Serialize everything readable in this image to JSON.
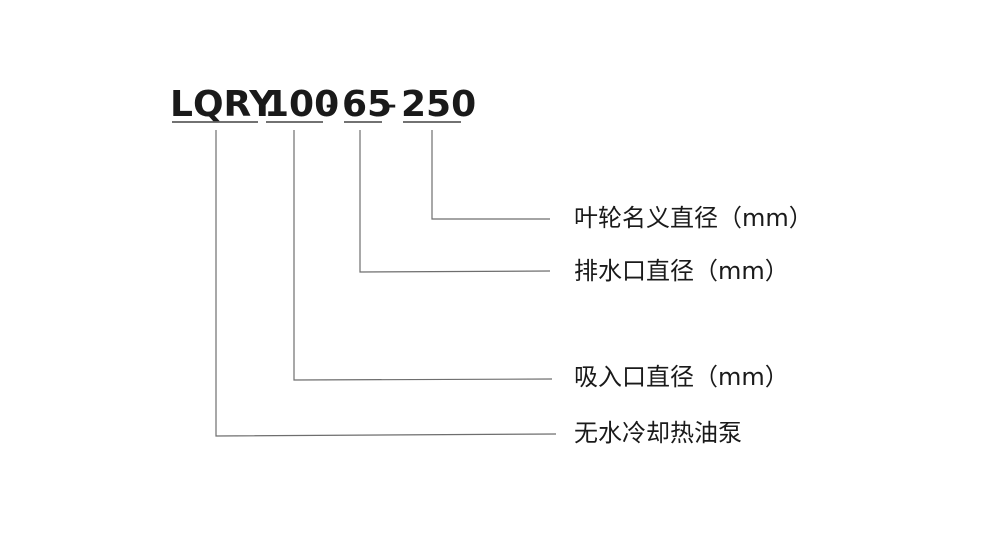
{
  "model": {
    "segments": [
      "LQRY",
      "100",
      "65",
      "250"
    ],
    "separators": [
      "-",
      "-"
    ]
  },
  "labels": [
    "叶轮名义直径（mm）",
    "排水口直径（mm）",
    "吸入口直径（mm）",
    "无水冷却热油泵"
  ],
  "colors": {
    "text": "#1a1a1a",
    "line": "#6e6e6e"
  }
}
